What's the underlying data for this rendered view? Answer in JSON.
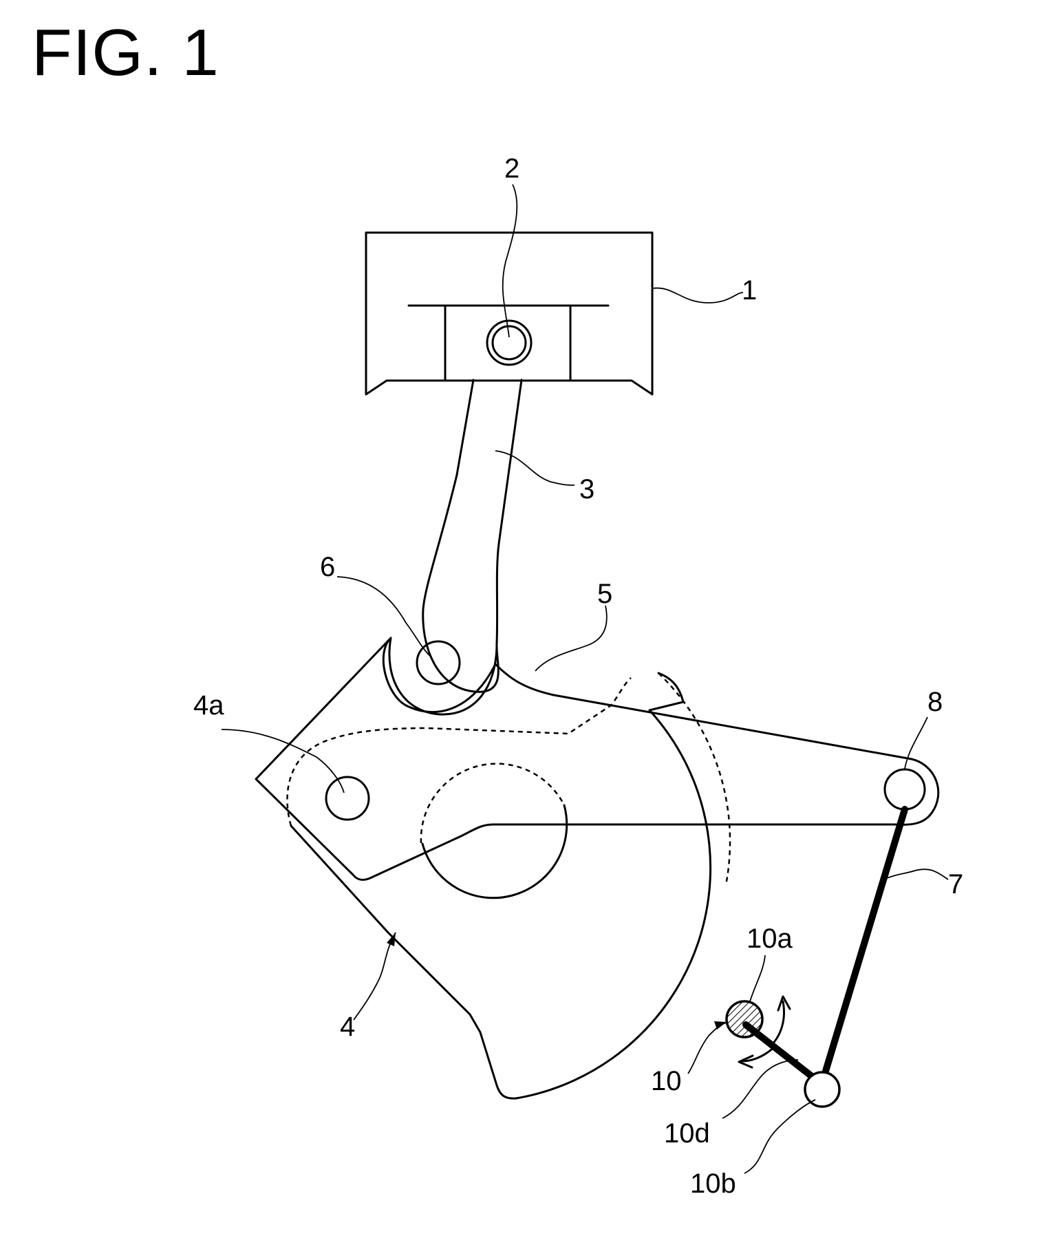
{
  "figure": {
    "title": "FIG. 1",
    "labels": {
      "piston": "1",
      "piston_pin": "2",
      "upper_link": "3",
      "crankshaft": "4",
      "crank_pin": "4a",
      "lower_link": "5",
      "upper_pin": "6",
      "control_link": "7",
      "control_pin": "8",
      "control_shaft": "10",
      "shaft_center": "10a",
      "eccentric_pin": "10b",
      "arm": "10d"
    }
  }
}
